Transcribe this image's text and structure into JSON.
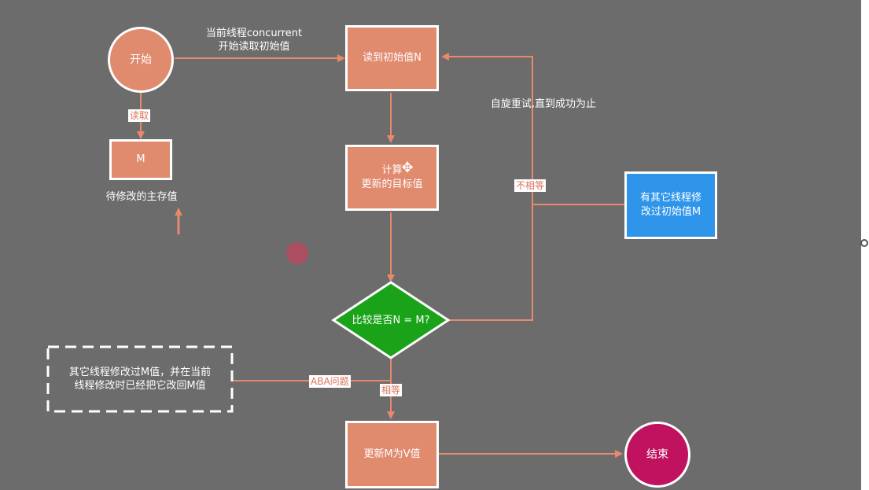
{
  "nodes": {
    "start": "开始",
    "m_box": "M",
    "m_caption": "待修改的主存值",
    "read_n": "读到初始值N",
    "compute": "计算\n更新的目标值",
    "other_thread": "有其它线程修\n改过初始值M",
    "compare": "比较是否N = M?",
    "aba_box": "其它线程修改过M值，并在当前\n线程修改时已经把它改回M值",
    "update": "更新M为V值",
    "end": "结束"
  },
  "edges": {
    "start_to_read": "当前线程concurrent\n开始读取初始值",
    "read_tag": "读取",
    "spin": "自旋重试,直到成功为止",
    "not_equal": "不相等",
    "aba": "ABA问题",
    "equal": "相等"
  },
  "colors": {
    "background": "#6c6c6c",
    "salmon": "#e08a6e",
    "arrow": "#e8896c",
    "blue": "#2f95ea",
    "green": "#1aa319",
    "end": "#c0125f"
  }
}
